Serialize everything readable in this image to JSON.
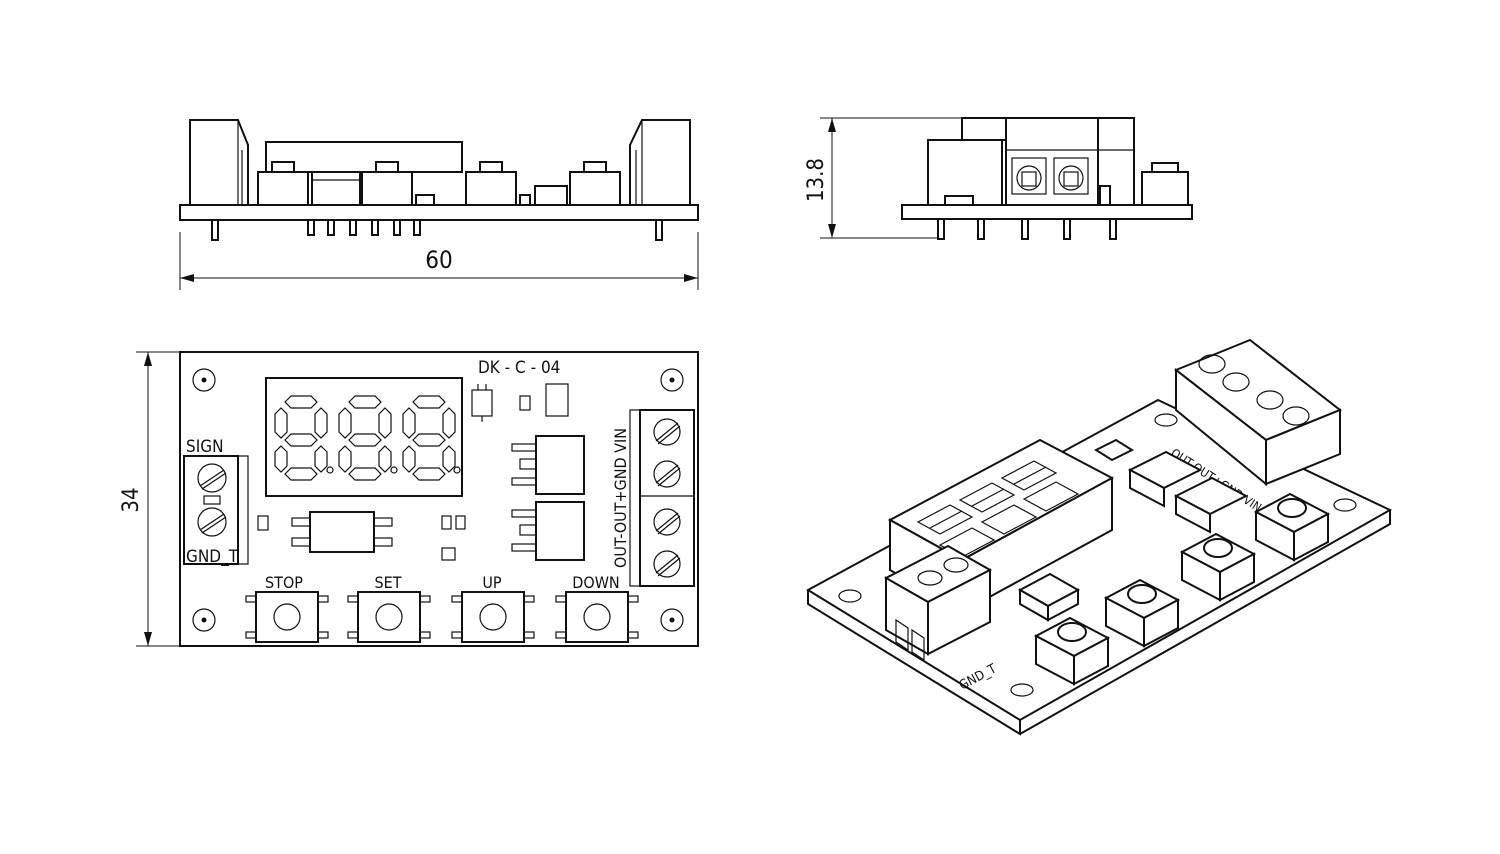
{
  "dimensions": {
    "length": "60",
    "height": "13.8",
    "width": "34"
  },
  "board": {
    "model": "DK - C - 04"
  },
  "terminals": {
    "left_top": "SIGN",
    "left_bottom": "GND_T",
    "right_labels": "OUT-OUT+GND VIN",
    "iso_right_labels": "OUT-OUT+GND VIN",
    "iso_left_bottom": "GND_T"
  },
  "buttons": [
    "STOP",
    "SET",
    "UP",
    "DOWN"
  ],
  "display": {
    "digits": "8.8.8."
  }
}
